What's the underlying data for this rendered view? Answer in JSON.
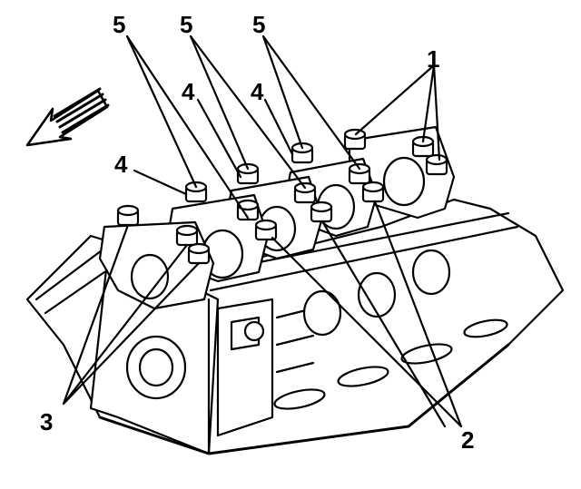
{
  "diagram": {
    "callouts": {
      "c1": "1",
      "c2": "2",
      "c3": "3",
      "c4a": "4",
      "c4b": "4",
      "c4c": "4",
      "c5a": "5",
      "c5b": "5",
      "c5c": "5"
    },
    "colors": {
      "line": "#000000",
      "fill": "#ffffff"
    }
  }
}
